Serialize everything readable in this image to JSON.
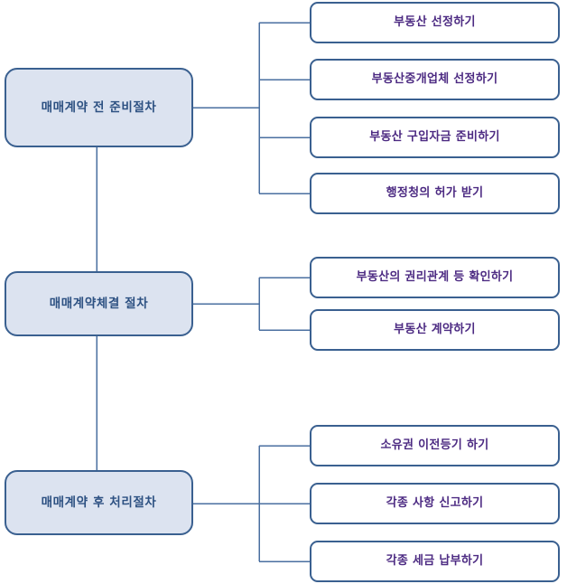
{
  "diagram": {
    "type": "flowchart",
    "orientation": "left-to-right-tree",
    "colors": {
      "group_fill": "#dce3f0",
      "group_border": "#3a6090",
      "group_text": "#2d5182",
      "leaf_fill": "#ffffff",
      "leaf_border": "#3a6090",
      "leaf_text": "#4c2a82",
      "connector": "#4a6fa0",
      "background": "#ffffff"
    },
    "groups": [
      {
        "id": "pre-contract",
        "label": "매매계약 전 준비절차",
        "steps": [
          {
            "id": "select-property",
            "label": "부동산 선정하기"
          },
          {
            "id": "select-agency",
            "label": "부동산중개업체 선정하기"
          },
          {
            "id": "prepare-funds",
            "label": "부동산 구입자금 준비하기"
          },
          {
            "id": "get-permission",
            "label": "행정청의 허가 받기"
          }
        ]
      },
      {
        "id": "contract",
        "label": "매매계약체결 절차",
        "steps": [
          {
            "id": "check-rights",
            "label": "부동산의 권리관계 등 확인하기"
          },
          {
            "id": "sign-contract",
            "label": "부동산 계약하기"
          }
        ]
      },
      {
        "id": "post-contract",
        "label": "매매계약 후 처리절차",
        "steps": [
          {
            "id": "transfer-registration",
            "label": "소유권 이전등기 하기"
          },
          {
            "id": "report-matters",
            "label": "각종 사항 신고하기"
          },
          {
            "id": "pay-taxes",
            "label": "각종 세금 납부하기"
          }
        ]
      }
    ]
  }
}
